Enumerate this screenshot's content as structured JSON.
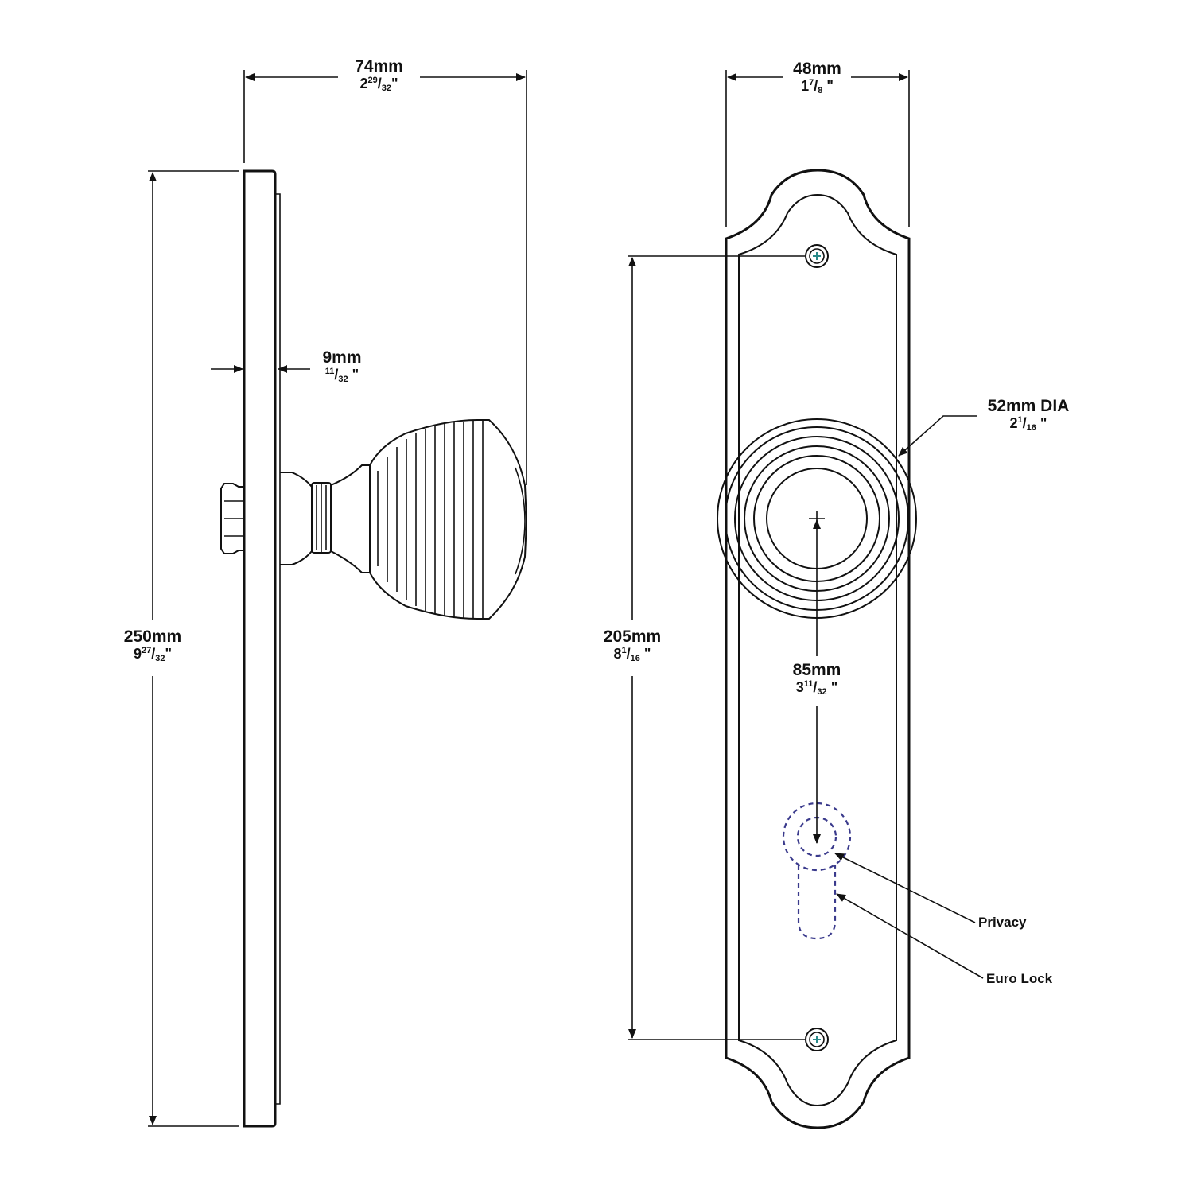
{
  "side_view": {
    "overall_width": {
      "mm": "74mm",
      "whole": "2",
      "num": "29",
      "den": "32",
      "unit": "\""
    },
    "plate_thickness": {
      "mm": "9mm",
      "whole": "",
      "num": "11",
      "den": "32",
      "unit": " \""
    },
    "overall_height": {
      "mm": "250mm",
      "whole": "9",
      "num": "27",
      "den": "32",
      "unit": "\""
    }
  },
  "front_view": {
    "plate_width": {
      "mm": "48mm",
      "whole": "1",
      "num": "7",
      "den": "8",
      "unit": " \""
    },
    "knob_diameter": {
      "mm": "52mm DIA",
      "whole": "2",
      "num": "1",
      "den": "16",
      "unit": " \""
    },
    "screw_centers": {
      "mm": "205mm",
      "whole": "8",
      "num": "1",
      "den": "16",
      "unit": " \""
    },
    "backset": {
      "mm": "85mm",
      "whole": "3",
      "num": "11",
      "den": "32",
      "unit": " \""
    },
    "callouts": {
      "privacy": "Privacy",
      "euro_lock": "Euro Lock"
    }
  },
  "colors": {
    "line": "#111111",
    "hidden": "#3a3a8c",
    "screw_cross": "#2a8a8a"
  }
}
